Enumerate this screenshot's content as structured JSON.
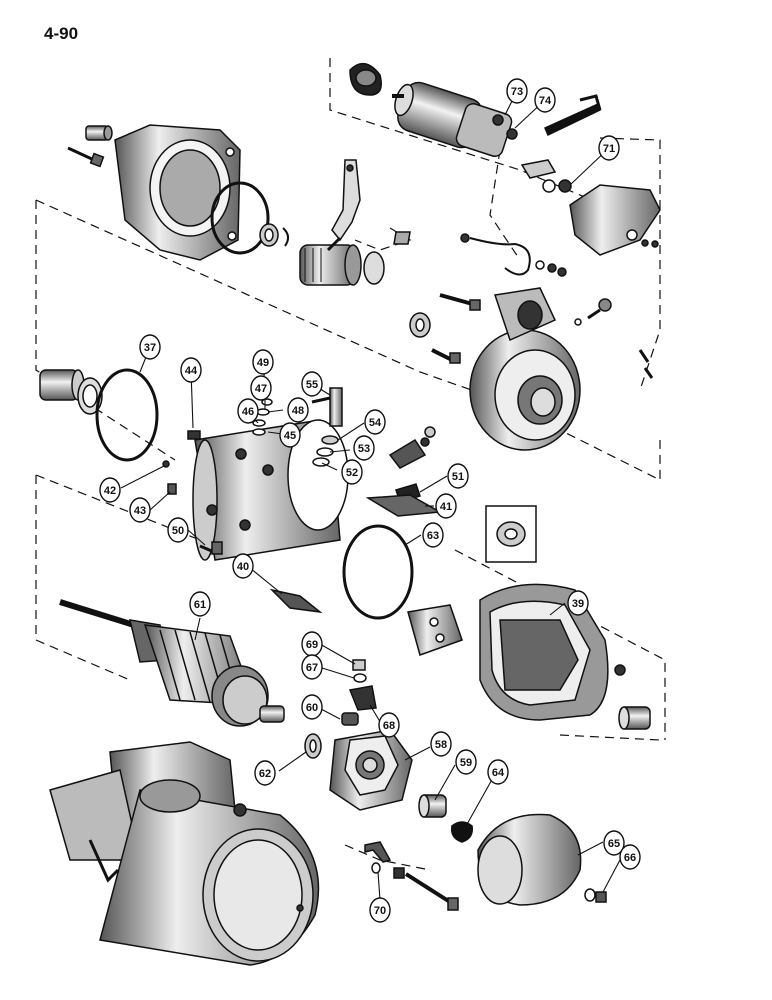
{
  "page": {
    "number": "4-90"
  },
  "callouts": [
    {
      "id": "c73",
      "label": "73"
    },
    {
      "id": "c74",
      "label": "74"
    },
    {
      "id": "c71",
      "label": "71"
    },
    {
      "id": "c37",
      "label": "37"
    },
    {
      "id": "c44",
      "label": "44"
    },
    {
      "id": "c49",
      "label": "49"
    },
    {
      "id": "c47",
      "label": "47"
    },
    {
      "id": "c48",
      "label": "48"
    },
    {
      "id": "c46",
      "label": "46"
    },
    {
      "id": "c45",
      "label": "45"
    },
    {
      "id": "c55",
      "label": "55"
    },
    {
      "id": "c54",
      "label": "54"
    },
    {
      "id": "c53",
      "label": "53"
    },
    {
      "id": "c52",
      "label": "52"
    },
    {
      "id": "c42",
      "label": "42"
    },
    {
      "id": "c43",
      "label": "43"
    },
    {
      "id": "c51",
      "label": "51"
    },
    {
      "id": "c41",
      "label": "41"
    },
    {
      "id": "c63",
      "label": "63"
    },
    {
      "id": "c50",
      "label": "50"
    },
    {
      "id": "c40",
      "label": "40"
    },
    {
      "id": "c39",
      "label": "39"
    },
    {
      "id": "c61",
      "label": "61"
    },
    {
      "id": "c69",
      "label": "69"
    },
    {
      "id": "c67",
      "label": "67"
    },
    {
      "id": "c60",
      "label": "60"
    },
    {
      "id": "c68",
      "label": "68"
    },
    {
      "id": "c58",
      "label": "58"
    },
    {
      "id": "c62",
      "label": "62"
    },
    {
      "id": "c59",
      "label": "59"
    },
    {
      "id": "c64",
      "label": "64"
    },
    {
      "id": "c65",
      "label": "65"
    },
    {
      "id": "c66",
      "label": "66"
    },
    {
      "id": "c70",
      "label": "70"
    }
  ]
}
